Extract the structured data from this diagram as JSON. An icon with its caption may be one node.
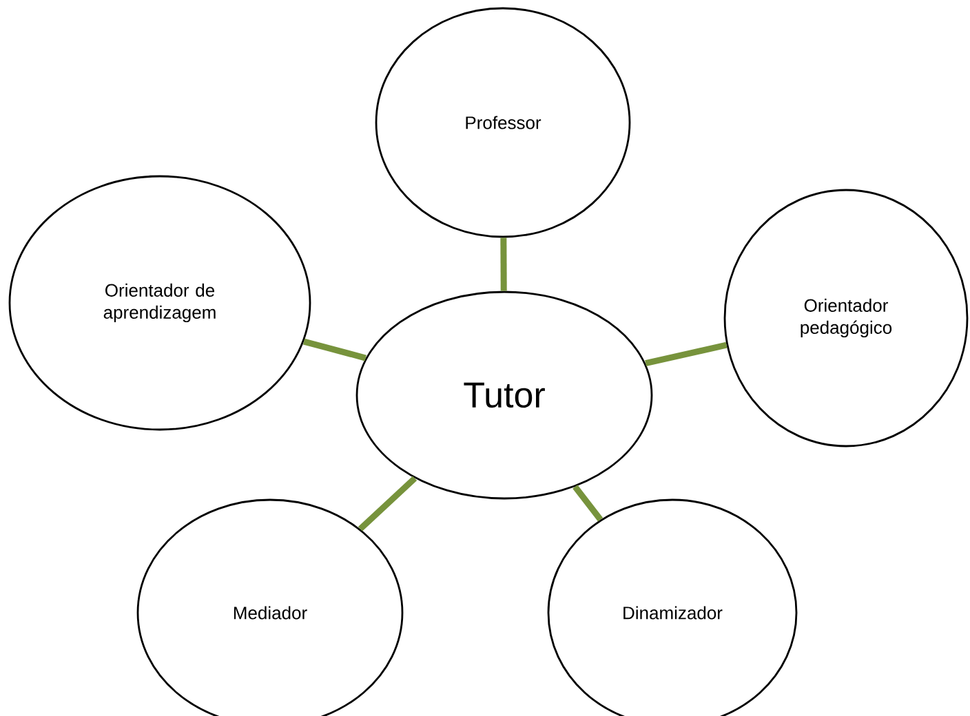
{
  "diagram": {
    "nodes": [
      {
        "text": [
          "Tutor"
        ]
      },
      {
        "text": [
          "Professor"
        ]
      },
      {
        "text": [
          "Orientador de aprendizagem"
        ]
      },
      {
        "text": [
          "Orientador pedagógico"
        ]
      },
      {
        "text": [
          "Mediador"
        ]
      },
      {
        "text": [
          "Dinamizador"
        ]
      }
    ],
    "edges": [
      {
        "from": 0,
        "to": 1,
        "arrow": "none"
      },
      {
        "from": 0,
        "to": 2,
        "arrow": "none"
      },
      {
        "from": 0,
        "to": 3,
        "arrow": "none"
      },
      {
        "from": 0,
        "to": 4,
        "arrow": "none"
      },
      {
        "from": 0,
        "to": 5,
        "arrow": "none"
      }
    ]
  }
}
